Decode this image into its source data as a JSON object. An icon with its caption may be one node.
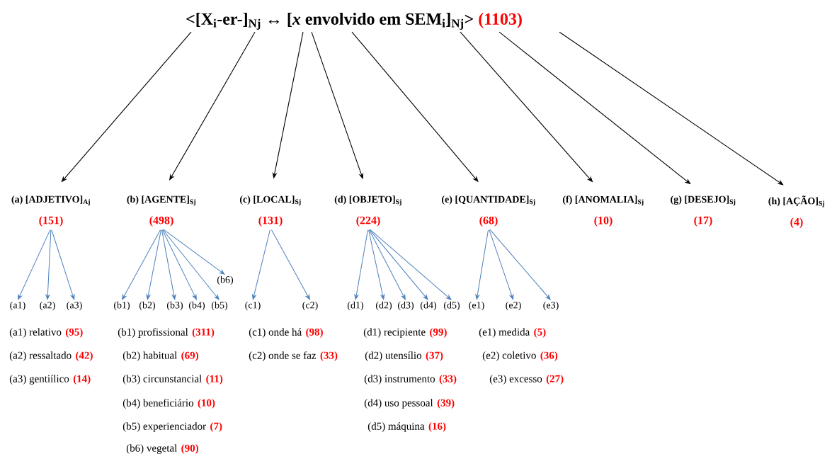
{
  "diagram": {
    "nodes": [
      {
        "text": [
          "<[X$_{i}$-er-]$_{Nj}$ ↔ [*x* envolvido em SEM$_{i}$]$_{Nj}$>",
          "(1103)"
        ]
      },
      {
        "text": [
          "(a) [ADJETIVO]$_{Aj}$",
          "(151)"
        ]
      },
      {
        "text": [
          "(b) [AGENTE]$_{Sj}$",
          "(498)"
        ]
      },
      {
        "text": [
          "(c) [LOCAL]$_{Sj}$",
          "(131)"
        ]
      },
      {
        "text": [
          "(d) [OBJETO]$_{Sj}$",
          "(224)"
        ]
      },
      {
        "text": [
          "(e) [QUANTIDADE]$_{Sj}$",
          "(68)"
        ]
      },
      {
        "text": [
          "(f) [ANOMALIA]$_{Sj}$",
          "(10)"
        ]
      },
      {
        "text": [
          "(g) [DESEJO]$_{Sj}$",
          "(17)"
        ]
      },
      {
        "text": [
          "(h) [AÇÃO]$_{Sj}$",
          "(4)"
        ]
      },
      {
        "text": [
          "(a1)"
        ]
      },
      {
        "text": [
          "(a2)"
        ]
      },
      {
        "text": [
          "(a3)"
        ]
      },
      {
        "text": [
          "(b6)"
        ]
      },
      {
        "text": [
          "(b1)"
        ]
      },
      {
        "text": [
          "(b2)"
        ]
      },
      {
        "text": [
          "(b3)"
        ]
      },
      {
        "text": [
          "(b4)"
        ]
      },
      {
        "text": [
          "(b5)"
        ]
      },
      {
        "text": [
          "(c1)"
        ]
      },
      {
        "text": [
          "(c2)"
        ]
      },
      {
        "text": [
          "(d1)"
        ]
      },
      {
        "text": [
          "(d2)"
        ]
      },
      {
        "text": [
          "(d3)"
        ]
      },
      {
        "text": [
          "(d4)"
        ]
      },
      {
        "text": [
          "(d5)"
        ]
      },
      {
        "text": [
          "(e1)"
        ]
      },
      {
        "text": [
          "(e2)"
        ]
      },
      {
        "text": [
          "(e3)"
        ]
      }
    ],
    "edges": [
      {
        "from": 0,
        "to": 1,
        "arrow": "to",
        "color": "#000000"
      },
      {
        "from": 0,
        "to": 2,
        "arrow": "to",
        "color": "#000000"
      },
      {
        "from": 0,
        "to": 3,
        "arrow": "to",
        "color": "#000000"
      },
      {
        "from": 0,
        "to": 4,
        "arrow": "to",
        "color": "#000000"
      },
      {
        "from": 0,
        "to": 5,
        "arrow": "to",
        "color": "#000000"
      },
      {
        "from": 0,
        "to": 6,
        "arrow": "to",
        "color": "#000000"
      },
      {
        "from": 0,
        "to": 7,
        "arrow": "to",
        "color": "#000000"
      },
      {
        "from": 0,
        "to": 8,
        "arrow": "to",
        "color": "#000000"
      },
      {
        "from": 1,
        "to": 9,
        "arrow": "to"
      },
      {
        "from": 1,
        "to": 10,
        "arrow": "to"
      },
      {
        "from": 1,
        "to": 11,
        "arrow": "to"
      },
      {
        "from": 2,
        "to": 12,
        "arrow": "to"
      },
      {
        "from": 2,
        "to": 13,
        "arrow": "to"
      },
      {
        "from": 2,
        "to": 14,
        "arrow": "to"
      },
      {
        "from": 2,
        "to": 15,
        "arrow": "to"
      },
      {
        "from": 2,
        "to": 16,
        "arrow": "to"
      },
      {
        "from": 2,
        "to": 17,
        "arrow": "to"
      },
      {
        "from": 3,
        "to": 18,
        "arrow": "to"
      },
      {
        "from": 3,
        "to": 19,
        "arrow": "to"
      },
      {
        "from": 4,
        "to": 20,
        "arrow": "to"
      },
      {
        "from": 4,
        "to": 21,
        "arrow": "to"
      },
      {
        "from": 4,
        "to": 22,
        "arrow": "to"
      },
      {
        "from": 4,
        "to": 23,
        "arrow": "to"
      },
      {
        "from": 4,
        "to": 24,
        "arrow": "to"
      },
      {
        "from": 5,
        "to": 25,
        "arrow": "to"
      },
      {
        "from": 5,
        "to": 26,
        "arrow": "to"
      },
      {
        "from": 5,
        "to": 27,
        "arrow": "to"
      }
    ],
    "labels": [
      "(a1) relativo",
      "(95)",
      "(b1) profissional",
      "(311)",
      "(c1) onde há",
      "(98)",
      "(d1) recipiente",
      "(99)",
      "(e1) medida",
      "(5)",
      "(a2) ressaltado",
      "(42)",
      "(b2) habitual",
      "(69)",
      "(c2) onde se faz",
      "(33)",
      "(d2) utensílio",
      "(37)",
      "(e2) coletivo",
      "(36)",
      "(a3) gentiílico",
      "(14)",
      "(b3) circunstancial",
      "(11)",
      "(d3) instrumento",
      "(33)",
      "(e3)  excesso",
      "(27)",
      "(b4) beneficiário",
      "(10)",
      "(d4) uso pessoal",
      "(39)",
      "(b5) experienciador",
      "(7)",
      "(d5) máquina",
      "(16)",
      "(b6) vegetal",
      "(90)"
    ]
  }
}
